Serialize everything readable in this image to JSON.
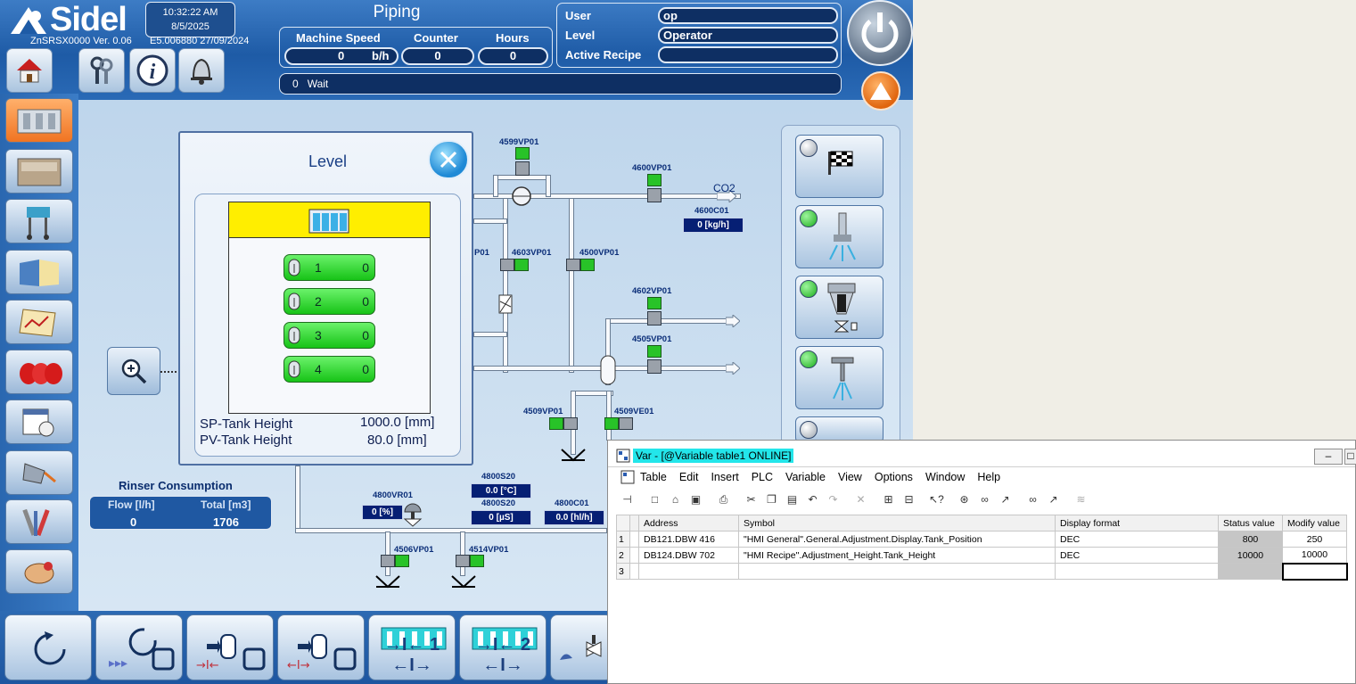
{
  "header": {
    "brand": "Sidel",
    "version": "ZnSRSX0000 Ver. 0.06",
    "time": "10:32:22 AM",
    "date": "8/5/2025",
    "build": "E5.006880 27/09/2024",
    "screen_title": "Piping",
    "machine_speed_label": "Machine Speed",
    "machine_speed_value": "0",
    "machine_speed_unit": "b/h",
    "counter_label": "Counter",
    "counter_value": "0",
    "hours_label": "Hours",
    "hours_value": "0",
    "status_code": "0",
    "status_text": "Wait",
    "user_label": "User",
    "user_value": "op",
    "level_label": "Level",
    "level_value": "Operator",
    "recipe_label": "Active Recipe",
    "recipe_value": ""
  },
  "process": {
    "co2_label": "CO2",
    "tags": {
      "v4599": "4599VP01",
      "v4600": "4600VP01",
      "c4600": "4600C01",
      "v4603": "4603VP01",
      "v4500": "4500VP01",
      "vp01": "P01",
      "v4602": "4602VP01",
      "v4505": "4505VP01",
      "v4509p": "4509VP01",
      "v4509e": "4509VE01",
      "s4800_1": "4800S20",
      "s4800_2": "4800S20",
      "vr4800": "4800VR01",
      "c4800": "4800C01",
      "v4506": "4506VP01",
      "v4514": "4514VP01"
    },
    "readouts": {
      "c4600": "0 [kg/h]",
      "vr4800": "0 [%]",
      "s4800_temp": "0.0 [°C]",
      "s4800_cond": "0 [µS]",
      "c4800": "0.0 [hl/h]"
    }
  },
  "rinser": {
    "title": "Rinser Consumption",
    "flow_label": "Flow [l/h]",
    "flow_value": "0",
    "total_label": "Total [m3]",
    "total_value": "1706"
  },
  "level_popup": {
    "title": "Level",
    "probes": [
      {
        "num": "1",
        "value": "0"
      },
      {
        "num": "2",
        "value": "0"
      },
      {
        "num": "3",
        "value": "0"
      },
      {
        "num": "4",
        "value": "0"
      }
    ],
    "sp_label": "SP-Tank Height",
    "sp_value": "1000.0 [mm]",
    "pv_label": "PV-Tank Height",
    "pv_value": "80.0 [mm]"
  },
  "bottom": {
    "btn5_label": "1",
    "btn6_label": "2"
  },
  "var_window": {
    "title": "Var - [@Variable table1  ONLINE]",
    "menu": [
      "Table",
      "Edit",
      "Insert",
      "PLC",
      "Variable",
      "View",
      "Options",
      "Window",
      "Help"
    ],
    "columns": [
      "Address",
      "Symbol",
      "Display format",
      "Status value",
      "Modify value"
    ],
    "rows": [
      {
        "num": "1",
        "address": "DB121.DBW  416",
        "symbol": "\"HMI General\".General.Adjustment.Display.Tank_Position",
        "format": "DEC",
        "status": "800",
        "modify": "250"
      },
      {
        "num": "2",
        "address": "DB124.DBW  702",
        "symbol": "\"HMI Recipe\".Adjustment_Height.Tank_Height",
        "format": "DEC",
        "status": "10000",
        "modify": "10000"
      },
      {
        "num": "3",
        "address": "",
        "symbol": "",
        "format": "",
        "status": "",
        "modify": ""
      }
    ]
  },
  "colors": {
    "accent_blue": "#1e5ba6",
    "valve_green": "#28c328",
    "active_orange": "#f07422",
    "var_title_highlight": "#23e6ea"
  }
}
